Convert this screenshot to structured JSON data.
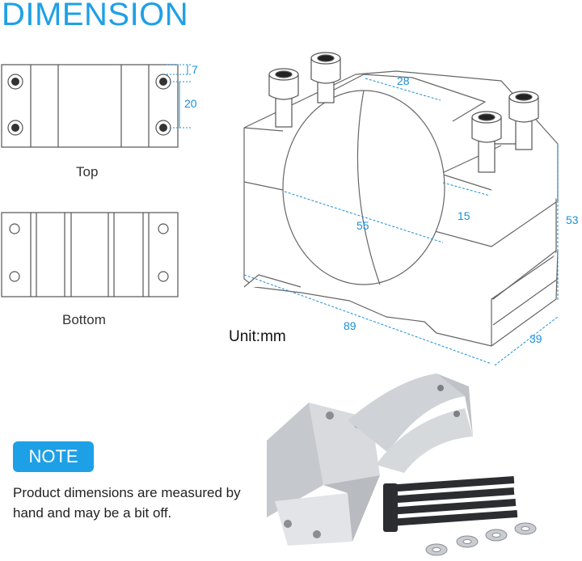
{
  "title": "DIMENSION",
  "views": {
    "top_label": "Top",
    "bottom_label": "Bottom"
  },
  "dimensions": {
    "top_hole_offset": "7",
    "top_hole_spacing": "20",
    "width_top": "28",
    "bore": "55",
    "side_height": "15",
    "height": "53",
    "length": "89",
    "depth": "39"
  },
  "unit_label": "Unit:mm",
  "note": {
    "badge": "NOTE",
    "text": "Product dimensions are measured by hand and may be a bit off."
  },
  "colors": {
    "accent": "#1ea0e6",
    "outline": "#555555",
    "dimension": "#1a8fd6"
  }
}
